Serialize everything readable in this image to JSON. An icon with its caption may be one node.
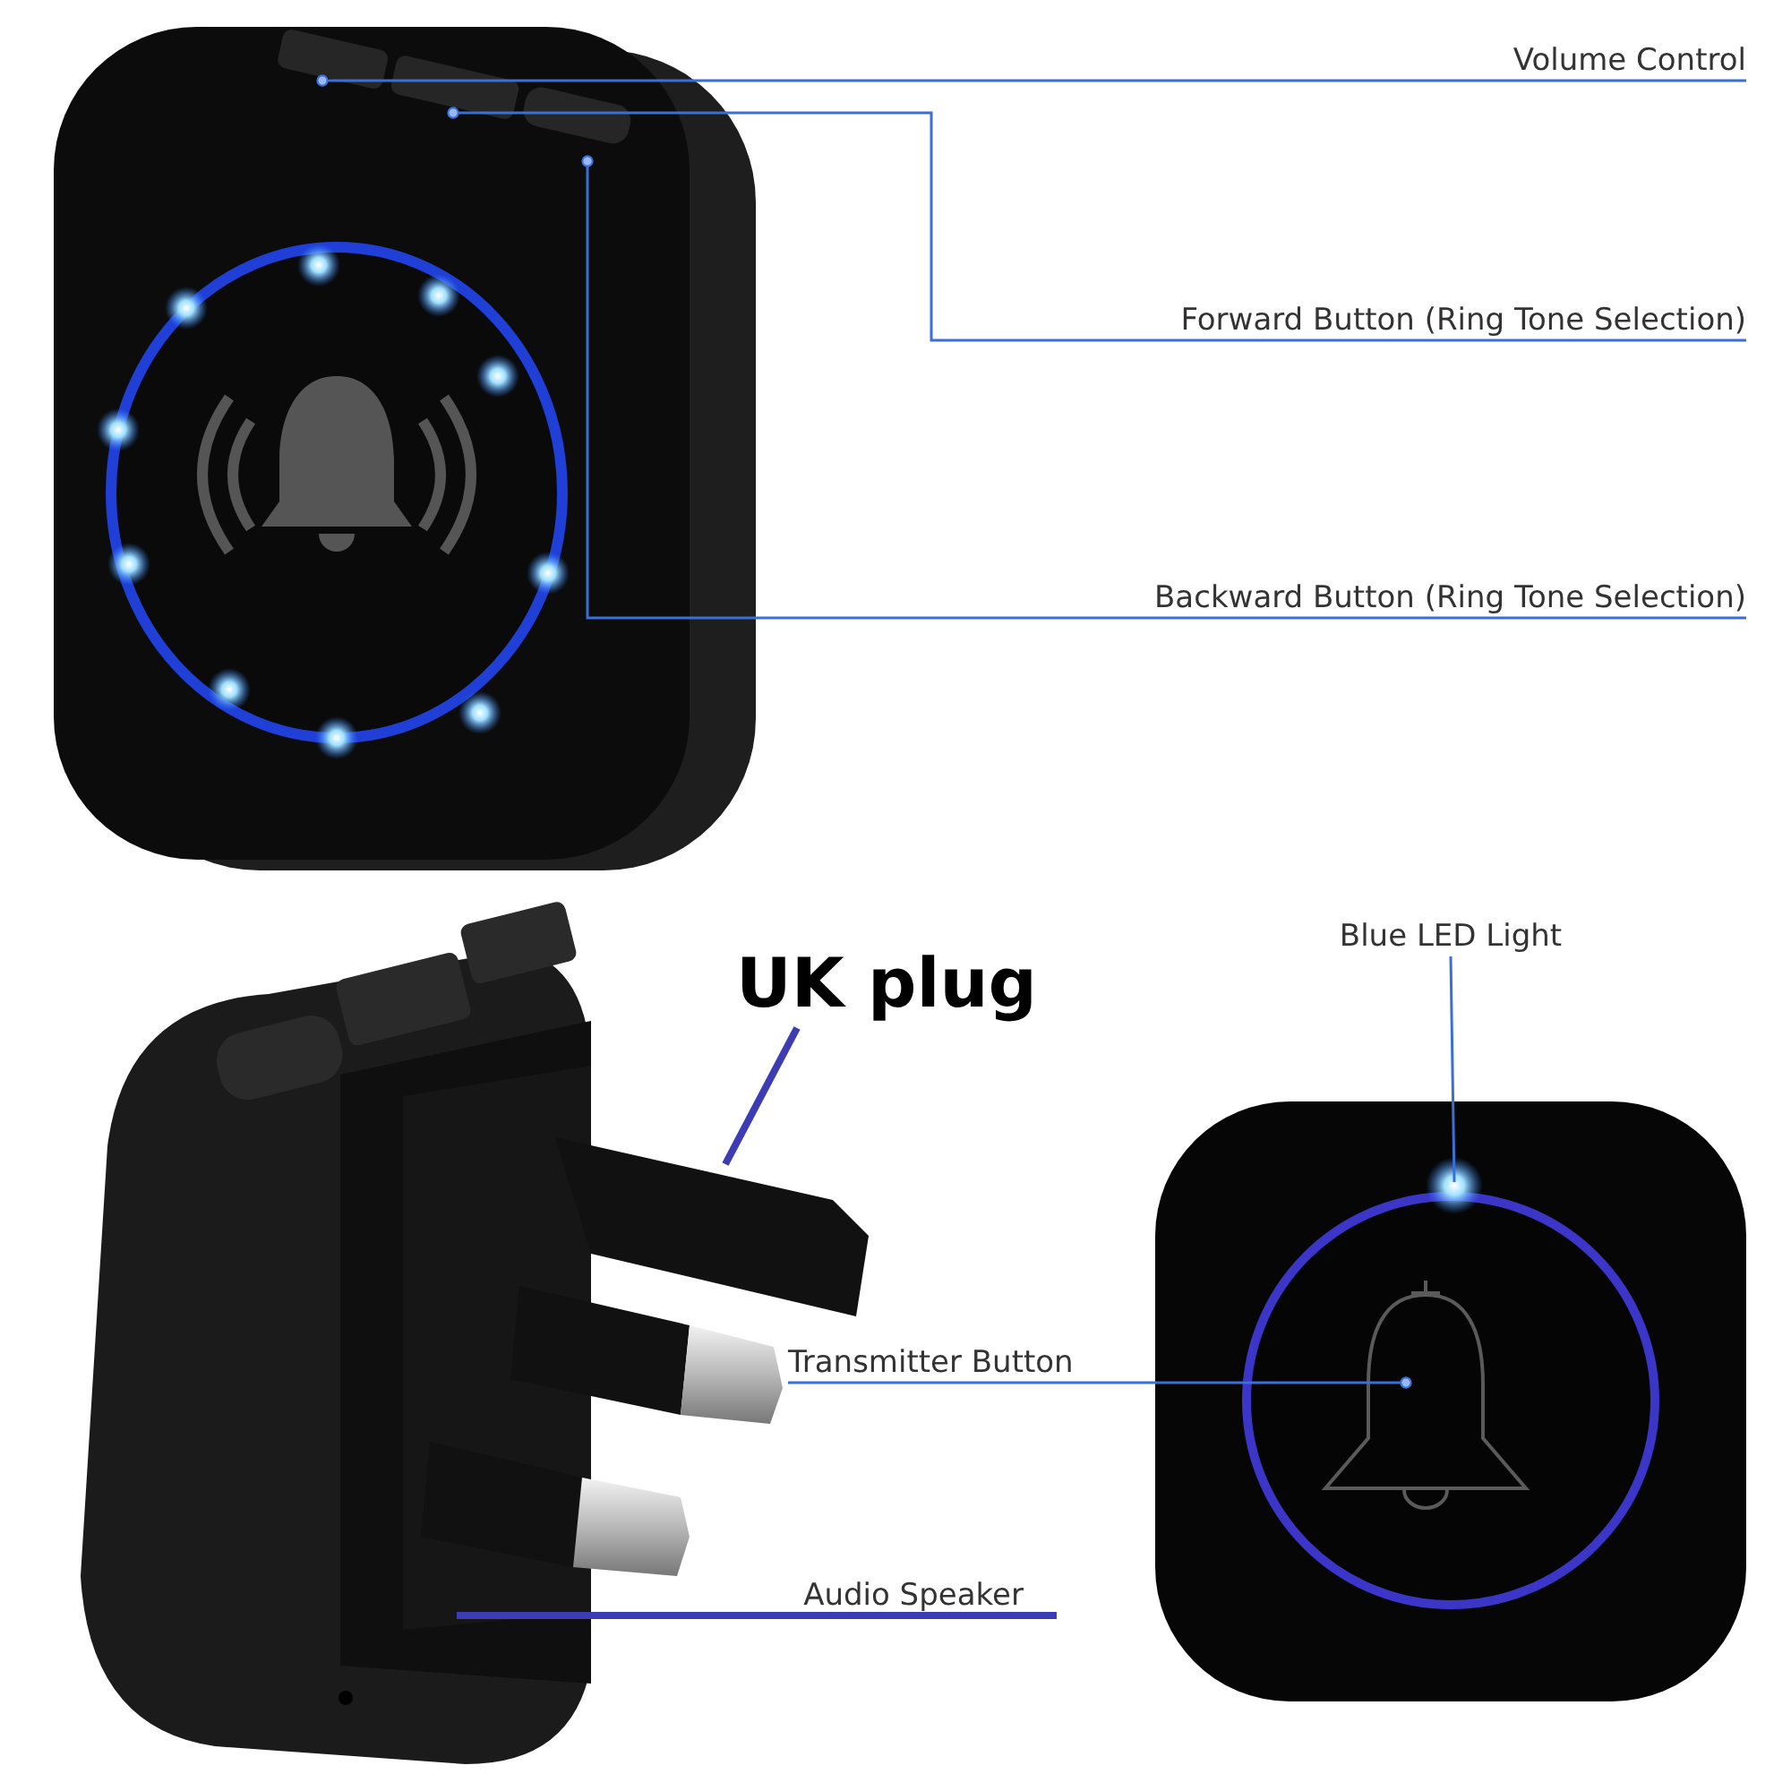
{
  "diagram": {
    "nodes": [
      {
        "text": [
          "Volume Control"
        ]
      },
      {
        "text": [
          "Forward Button (Ring Tone Selection)"
        ]
      },
      {
        "text": [
          "Backward Button (Ring Tone Selection)"
        ]
      },
      {
        "text": [
          "UK plug"
        ]
      },
      {
        "text": [
          "Blue LED Light"
        ]
      },
      {
        "text": [
          "Transmitter Button"
        ]
      },
      {
        "text": [
          "Audio Speaker"
        ]
      }
    ],
    "edges": [
      {
        "from": 0,
        "to": null,
        "arrow": "other"
      },
      {
        "from": 1,
        "to": null,
        "arrow": "other"
      },
      {
        "from": 2,
        "to": null,
        "arrow": "other"
      },
      {
        "from": 3,
        "to": null,
        "arrow": "none",
        "style": "thick",
        "color": "#3c3cb4"
      },
      {
        "from": 4,
        "to": null,
        "arrow": "none"
      },
      {
        "from": 5,
        "to": null,
        "arrow": "other"
      },
      {
        "from": 6,
        "to": null,
        "arrow": "none",
        "style": "thick",
        "color": "#3c3cb4"
      }
    ]
  }
}
